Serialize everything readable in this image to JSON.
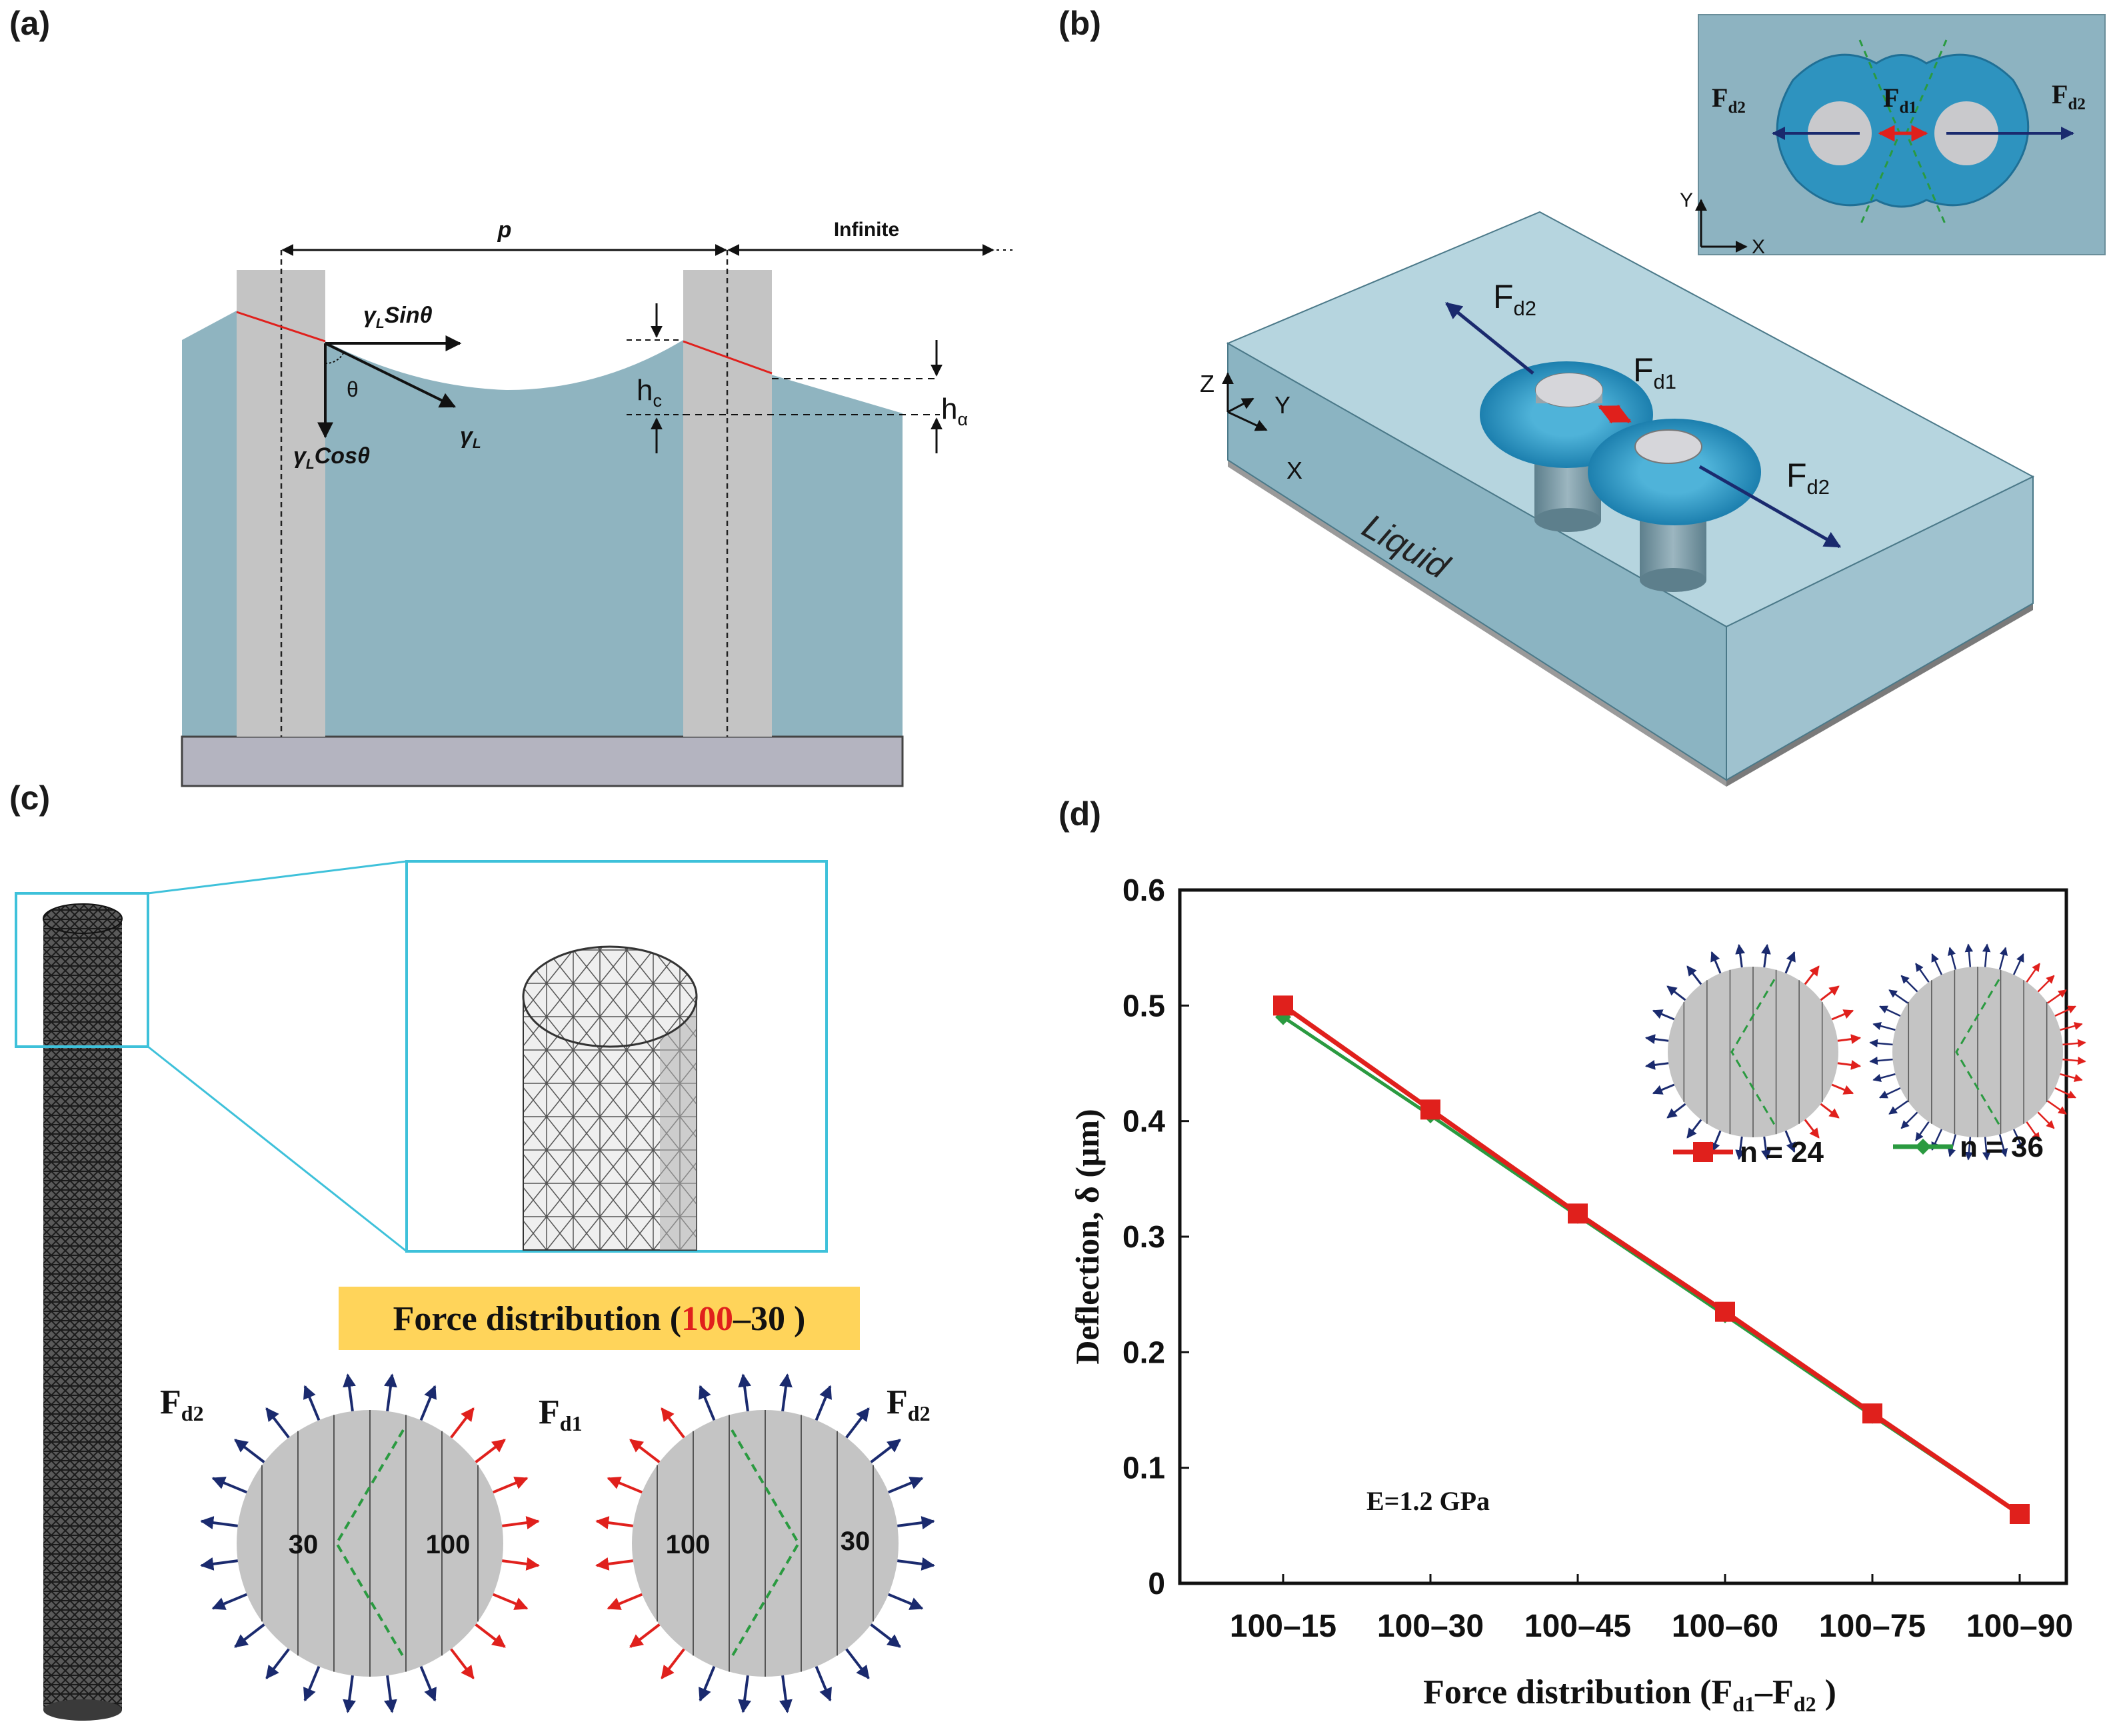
{
  "panels": {
    "a": {
      "label": "(a)",
      "pitch_label": "p",
      "infinite_label": "Infinite",
      "force_sin_label": "γLSinθ",
      "force_cos_label": "γLCosθ",
      "gamma_label": "γL",
      "theta_label": "θ",
      "hc_label": "hc",
      "halpha_label": "hα"
    },
    "b": {
      "label": "(b)",
      "liquid_label": "Liquid",
      "fd1_label": "Fd1",
      "fd2_label": "Fd2",
      "axes": {
        "x": "X",
        "y": "Y",
        "z": "Z"
      }
    },
    "c": {
      "label": "(c)",
      "banner": {
        "prefix": "Force distribution (",
        "highlight": "100",
        "suffix": "–30 )"
      },
      "fd1_label": "Fd1",
      "fd2_label": "Fd2",
      "left_circle": {
        "left_value": "30",
        "right_value": "100"
      },
      "right_circle": {
        "left_value": "100",
        "right_value": "30"
      }
    },
    "d": {
      "label": "(d)",
      "annotation": "E=1.2 GPa"
    }
  },
  "colors": {
    "liquid": "#8fb4c0",
    "pillar": "#c4c4c4",
    "substrate": "#b4b4c0",
    "navy": "#1a2a6e",
    "red": "#e0201c",
    "green": "#2a9a40",
    "banner": "#ffd45a",
    "meniscus_blue": "#2e93bf"
  },
  "chart_data": {
    "type": "line",
    "categories": [
      "100–15",
      "100–30",
      "100–45",
      "100–60",
      "100–75",
      "100–90"
    ],
    "xlabel": "Force distribution (Fd1–Fd2 )",
    "ylabel": "Deflection, δ (μm)",
    "ylim": [
      0,
      0.6
    ],
    "yticks": [
      "0",
      "0.1",
      "0.2",
      "0.3",
      "0.4",
      "0.5",
      "0.6"
    ],
    "grid": false,
    "legend_position": "top-right",
    "series": [
      {
        "name": "n = 24",
        "marker": "square",
        "color": "#e0201c",
        "values": [
          0.5,
          0.41,
          0.32,
          0.235,
          0.147,
          0.06
        ]
      },
      {
        "name": "n = 36",
        "marker": "diamond",
        "color": "#2a9a40",
        "values": [
          0.49,
          0.405,
          0.318,
          0.232,
          0.145,
          0.06
        ]
      }
    ]
  }
}
